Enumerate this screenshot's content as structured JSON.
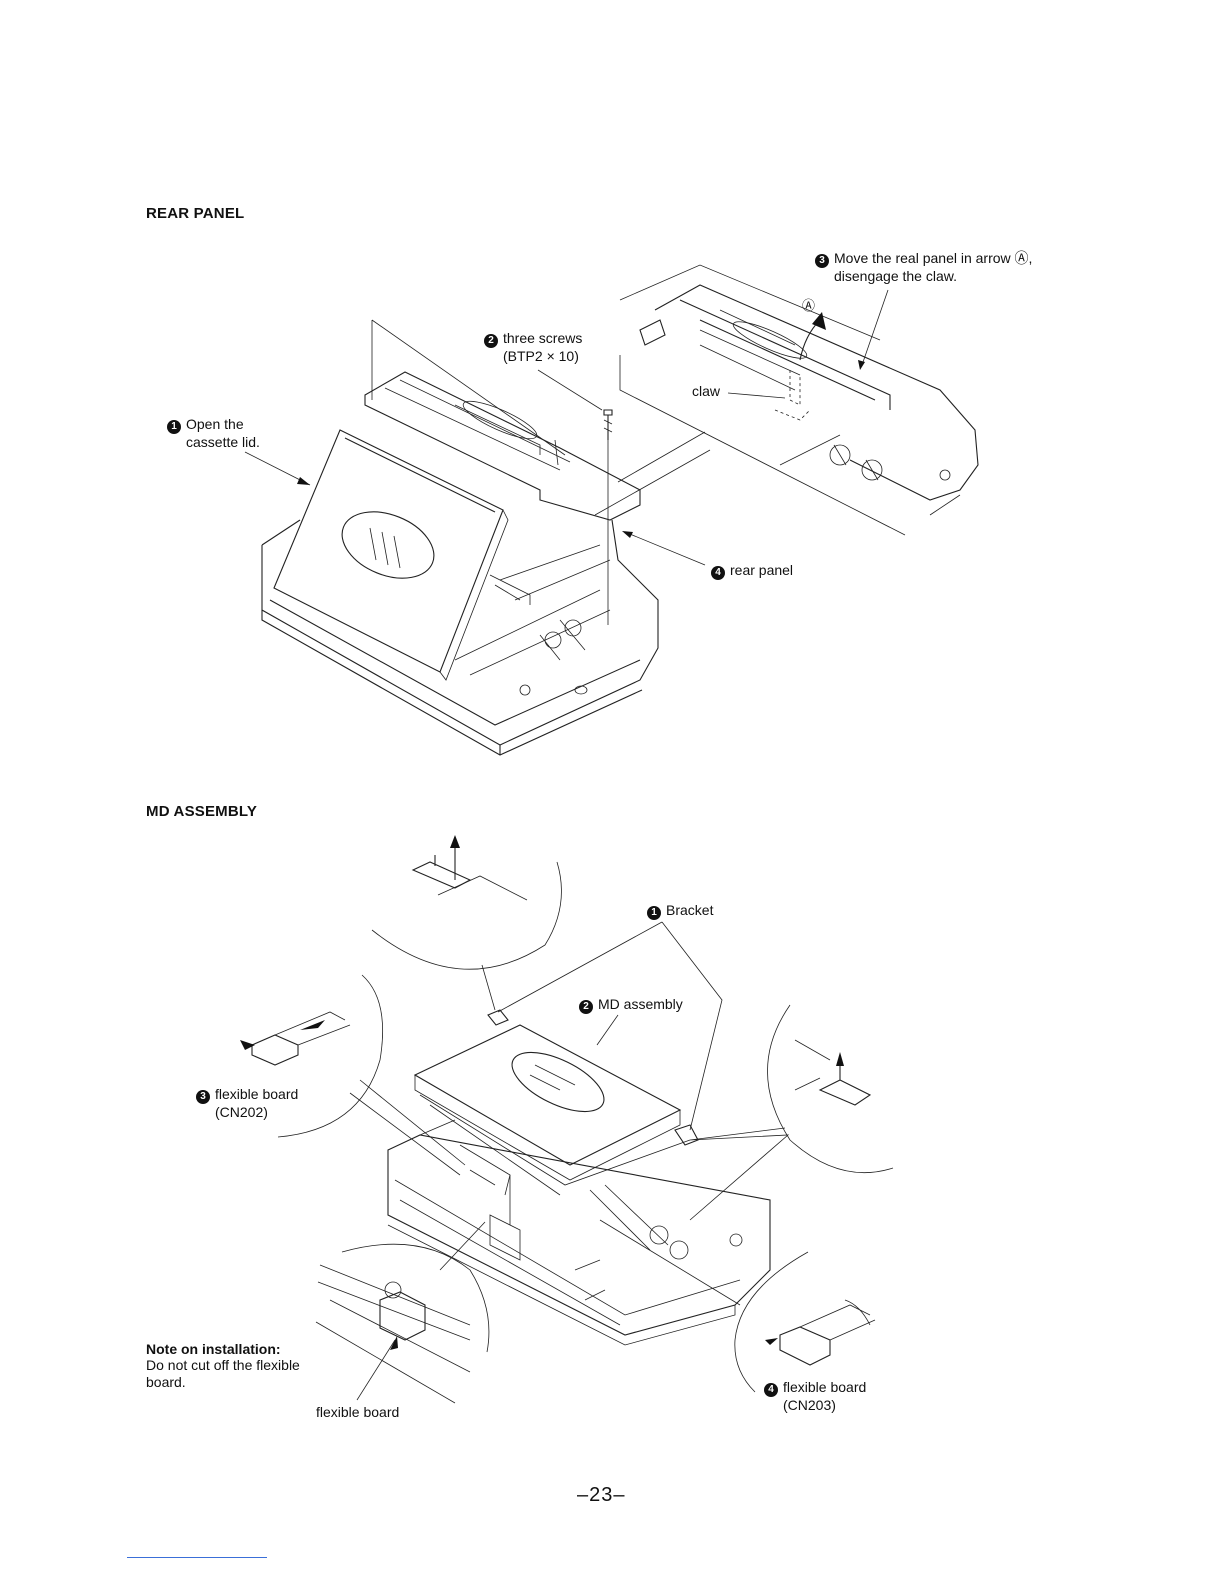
{
  "rear_panel": {
    "title": "REAR PANEL",
    "steps": [
      {
        "num": "1",
        "line1": "Open the",
        "line2": "cassette lid."
      },
      {
        "num": "2",
        "line1": "three screws",
        "line2": "(BTP2 × 10)"
      },
      {
        "num": "3",
        "line1": "Move the real panel in arrow Ⓐ,",
        "line2": "disengage the claw."
      },
      {
        "num": "4",
        "line1": "rear panel",
        "line2": ""
      }
    ],
    "claw_label": "claw",
    "arrow_marker": "Ⓐ"
  },
  "md_assembly": {
    "title": "MD  ASSEMBLY",
    "steps": [
      {
        "num": "1",
        "line1": "Bracket",
        "line2": ""
      },
      {
        "num": "2",
        "line1": "MD assembly",
        "line2": ""
      },
      {
        "num": "3",
        "line1": "flexible board",
        "line2": "(CN202)"
      },
      {
        "num": "4",
        "line1": "flexible board",
        "line2": "(CN203)"
      }
    ],
    "note": {
      "title": "Note on installation:",
      "body": "Do not cut off the flexible board."
    },
    "flexible_board_label": "flexible board"
  },
  "page_number": "–23–"
}
